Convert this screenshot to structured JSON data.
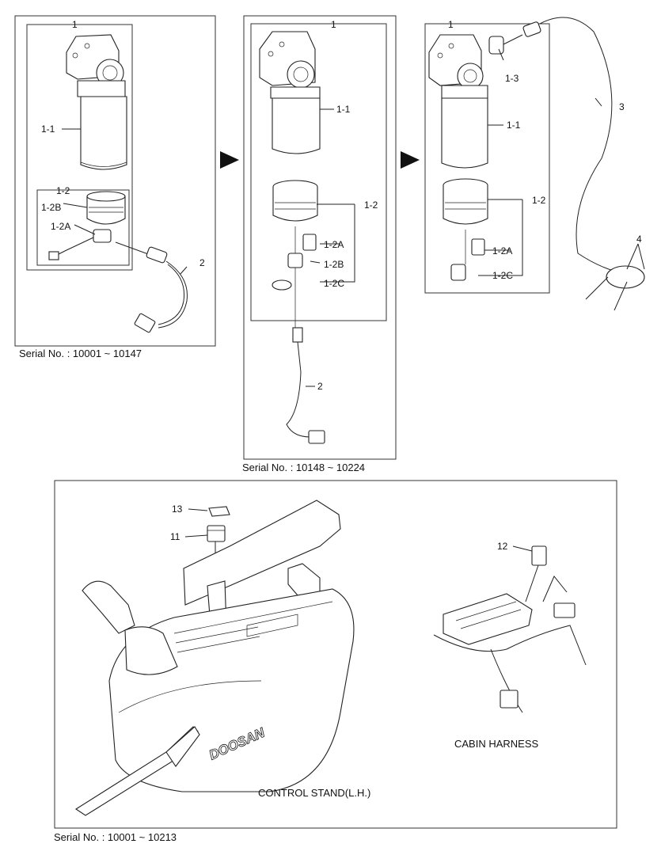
{
  "panels": [
    {
      "serial": "Serial No. : 10001 ~ 10147",
      "labels": [
        "1",
        "1-1",
        "1-2",
        "1-2B",
        "1-2A",
        "2"
      ]
    },
    {
      "serial": "Serial No. : 10148 ~ 10224",
      "labels": [
        "1",
        "1-1",
        "1-2",
        "1-2A",
        "1-2B",
        "1-2C",
        "2"
      ]
    },
    {
      "labels": [
        "1",
        "1-3",
        "1-1",
        "3",
        "1-2",
        "1-2A",
        "1-2C",
        "4"
      ]
    },
    {
      "serial": "Serial No. : 10001 ~ 10213",
      "labels": [
        "13",
        "11",
        "12"
      ],
      "captions": [
        "CONTROL STAND(L.H.)",
        "CABIN HARNESS"
      ],
      "brand": "DOOSAN"
    }
  ]
}
